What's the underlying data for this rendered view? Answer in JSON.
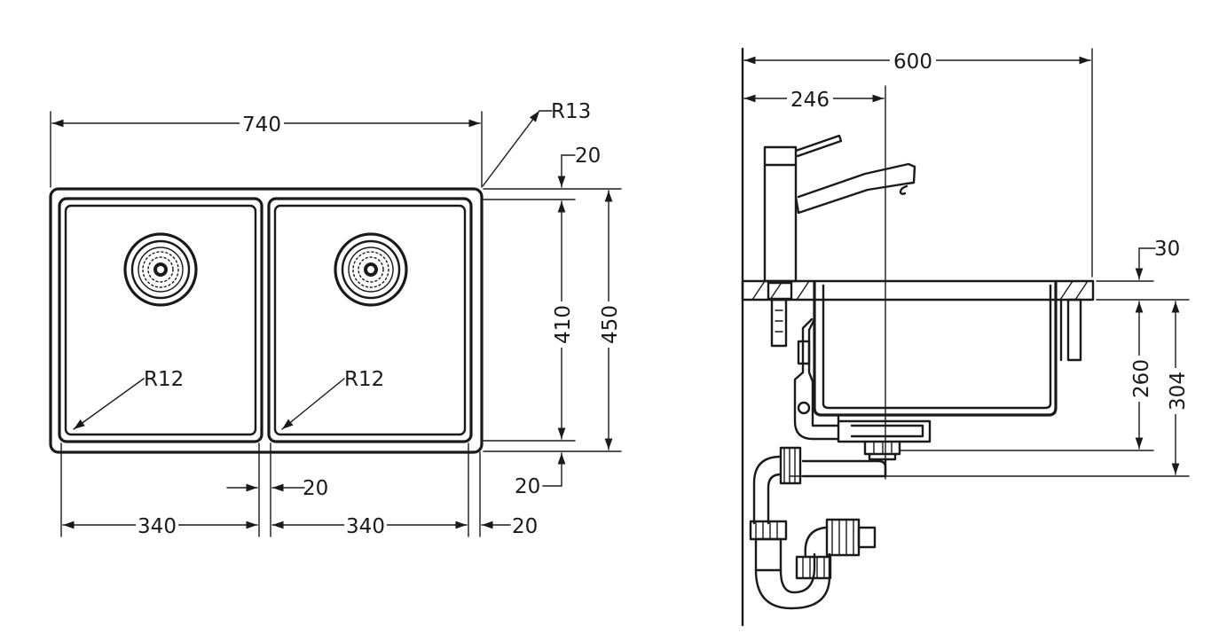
{
  "plan_view": {
    "overall_width": "740",
    "corner_radius_outer": "R13",
    "rim_top": "20",
    "bowl_length": "410",
    "overall_length": "450",
    "inner_radius_left": "R12",
    "inner_radius_right": "R12",
    "center_gap": "20",
    "rim_bottom": "20",
    "bowl_width_left": "340",
    "bowl_width_right": "340",
    "rim_side": "20"
  },
  "section_view": {
    "overall_depth": "600",
    "tap_offset": "246",
    "deck_thickness": "30",
    "bowl_depth": "260",
    "total_depth": "304"
  }
}
